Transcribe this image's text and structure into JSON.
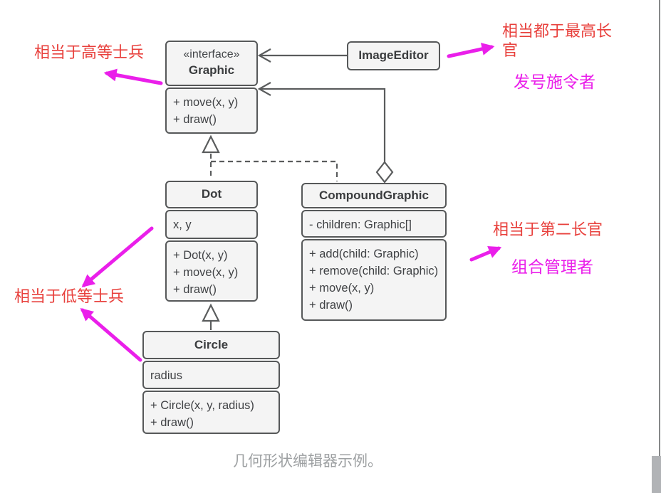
{
  "diagram": {
    "caption": "几何形状编辑器示例。",
    "classes": {
      "graphic": {
        "stereotype": "«interface»",
        "name": "Graphic",
        "methods": [
          "+ move(x, y)",
          "+ draw()"
        ]
      },
      "image_editor": {
        "name": "ImageEditor"
      },
      "dot": {
        "name": "Dot",
        "attributes": [
          "x, y"
        ],
        "methods": [
          "+ Dot(x, y)",
          "+ move(x, y)",
          "+ draw()"
        ]
      },
      "compound_graphic": {
        "name": "CompoundGraphic",
        "attributes": [
          "- children: Graphic[]"
        ],
        "methods": [
          "+ add(child: Graphic)",
          "+ remove(child: Graphic)",
          "+ move(x, y)",
          "+ draw()"
        ]
      },
      "circle": {
        "name": "Circle",
        "attributes": [
          "radius"
        ],
        "methods": [
          "+ Circle(x, y, radius)",
          "+ draw()"
        ]
      }
    }
  },
  "annotations": {
    "top_left_red": "相当于高等士兵",
    "top_right_red": "相当都于最高长官",
    "top_right_magenta": "发号施令者",
    "mid_right_red": "相当于第二长官",
    "mid_right_magenta": "组合管理者",
    "bottom_left_red": "相当于低等士兵"
  },
  "colors": {
    "red": "#e8403c",
    "magenta": "#ea1fea",
    "box_fill": "#f4f4f4",
    "box_border": "#565859",
    "line": "#5a5c5d",
    "caption": "#9da0a2",
    "thumb": "#b1b3b6"
  }
}
